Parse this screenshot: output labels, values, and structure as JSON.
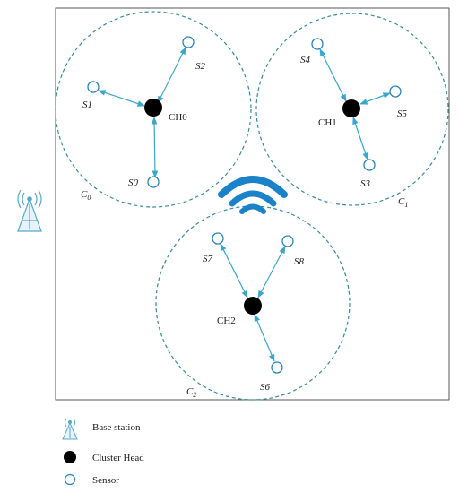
{
  "clusters": [
    {
      "name": "C0",
      "name_main": "C",
      "name_sub": "0",
      "head": "CH0",
      "sensors": [
        "S2",
        "S1",
        "S0"
      ]
    },
    {
      "name": "C1",
      "name_main": "C",
      "name_sub": "1",
      "head": "CH1",
      "sensors": [
        "S4",
        "S5",
        "S3"
      ]
    },
    {
      "name": "C2",
      "name_main": "C",
      "name_sub": "2",
      "head": "CH2",
      "sensors": [
        "S7",
        "S8",
        "S6"
      ]
    }
  ],
  "legend": {
    "base_station": "Base station",
    "cluster_head": "Cluster Head",
    "sensor": "Sensor"
  },
  "colors": {
    "circle": "#3a8a9a",
    "link": "#3aa7c9",
    "sensor": "#2a84b8",
    "head": "#000000",
    "wifi": "#1a82c8",
    "tower": "#5aa8c8",
    "frame": "#555555"
  },
  "icons": [
    "wifi-icon",
    "base-station-icon"
  ]
}
